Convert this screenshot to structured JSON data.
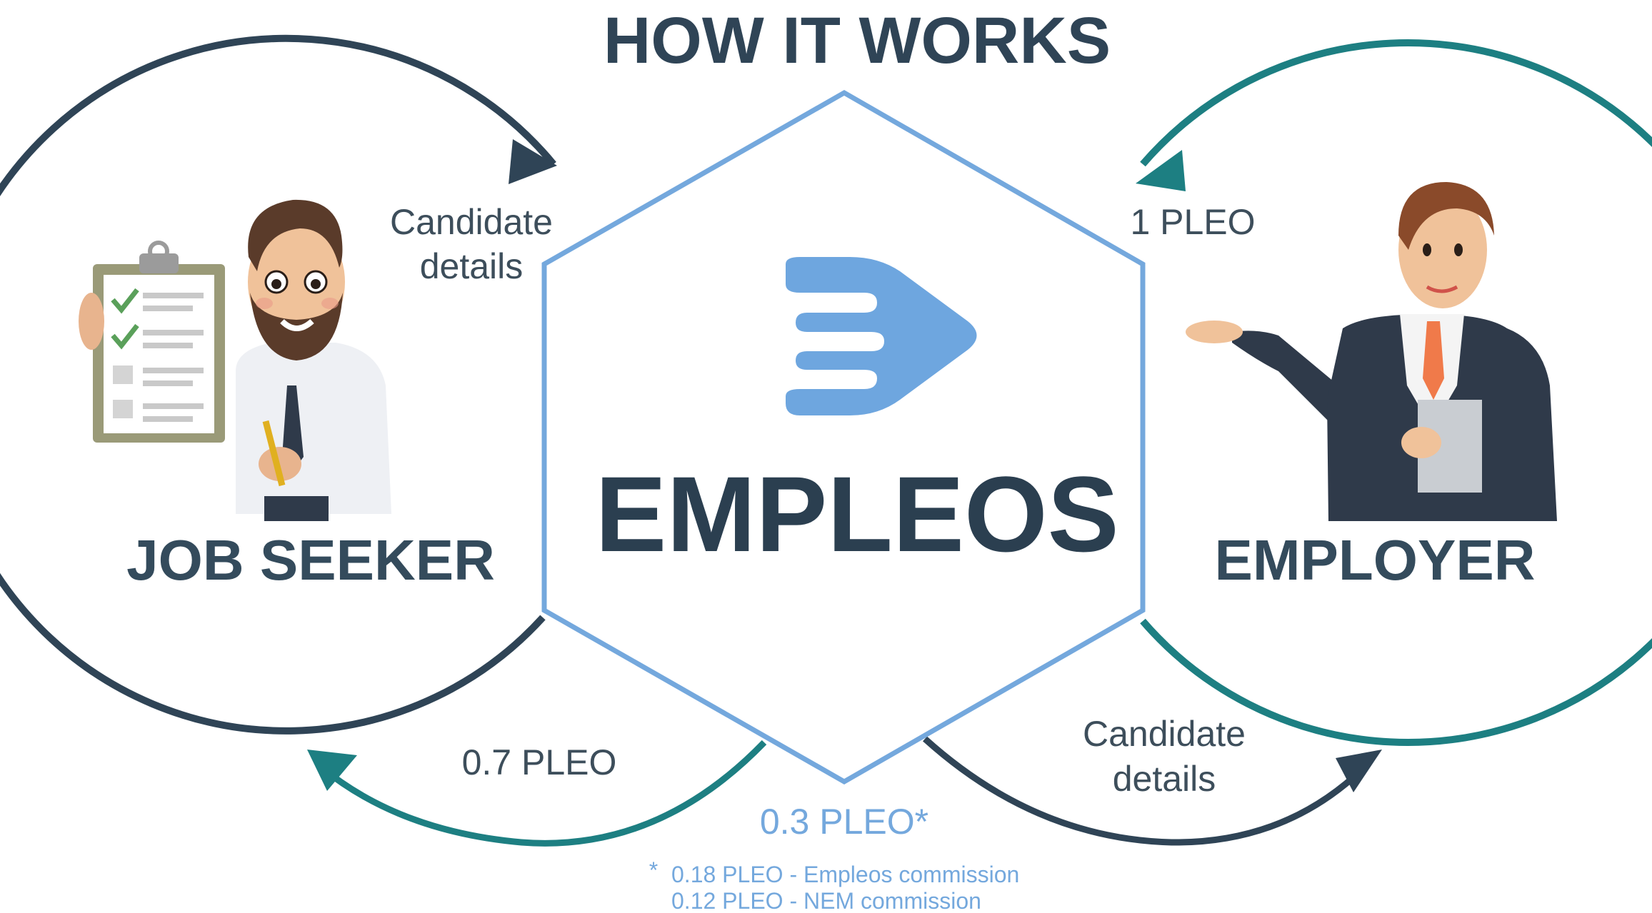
{
  "title": "HOW IT WORKS",
  "center": {
    "brand": "EMPLEOS",
    "logo_icon": "empleos-logo-icon"
  },
  "left": {
    "role": "JOB SEEKER",
    "arrow_top_label_line1": "Candidate",
    "arrow_top_label_line2": "details",
    "arrow_bottom_label": "0.7 PLEO",
    "illustration": "job-seeker-with-checklist-illustration"
  },
  "right": {
    "role": "EMPLOYER",
    "arrow_top_label": "1 PLEO",
    "arrow_bottom_label_line1": "Candidate",
    "arrow_bottom_label_line2": "details",
    "illustration": "employer-businessman-illustration"
  },
  "fee": {
    "label": "0.3 PLEO*",
    "note_asterisk": "*",
    "note_line1": "0.18 PLEO -  Empleos commission",
    "note_line2": "0.12 PLEO -  NEM commission"
  },
  "colors": {
    "dark_navy": "#2f4456",
    "teal": "#1d7f82",
    "hex_blue": "#74a8dd",
    "logo_blue": "#6ea6df"
  }
}
